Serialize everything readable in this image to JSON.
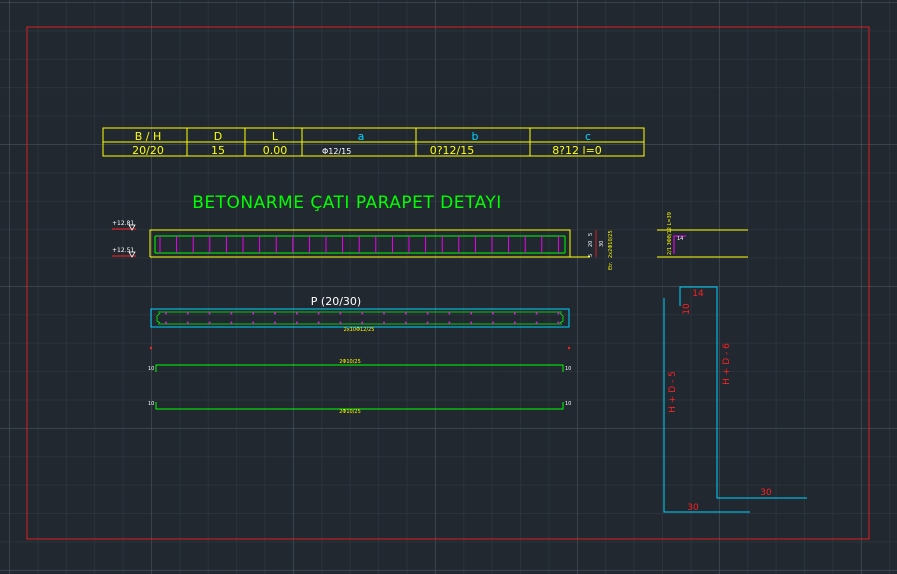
{
  "colors": {
    "background": "#212830",
    "frame": "#e01e1e",
    "table": "#ffff00",
    "cyan": "#00d5ff",
    "green": "#00ff00",
    "magenta": "#ff00ff",
    "red": "#ff2020",
    "white": "#ffffff",
    "yellow_text": "#ffff00"
  },
  "table": {
    "headers": [
      "B / H",
      "D",
      "L",
      "a",
      "b",
      "c"
    ],
    "values": [
      "20/20",
      "15",
      "0.00",
      "Φ12/15",
      "0?12/15",
      "8?12   l=0"
    ]
  },
  "title": "BETONARME ÇATI PARAPET DETAYI",
  "elevations": {
    "top": "+12.81",
    "bottom": "+12.51"
  },
  "section_labels": {
    "dim_5a": "5",
    "dim_20": "20",
    "dim_5b": "5",
    "dim_30": "30",
    "stirrup_note": "2x2Φ10/25",
    "etr": "Etr."
  },
  "side_detail": {
    "rebar_note": "2/1  3Φ8/12  L=39",
    "dim_14": "14"
  },
  "plan": {
    "title": "P (20/30)",
    "rebar_note": "2x10Φ12/25",
    "bar1_label": "2Φ10/25",
    "bar1_left": "10",
    "bar1_right": "10",
    "bar2_label": "2Φ10/25",
    "bar2_left": "10",
    "bar2_right": "10"
  },
  "bent_bar": {
    "top_dim": "14",
    "top_side_dim": "10",
    "left_label": "H + D - 5",
    "right_label": "H + D - 6",
    "bottom_right_dim": "30",
    "bottom_left_dim": "30"
  }
}
